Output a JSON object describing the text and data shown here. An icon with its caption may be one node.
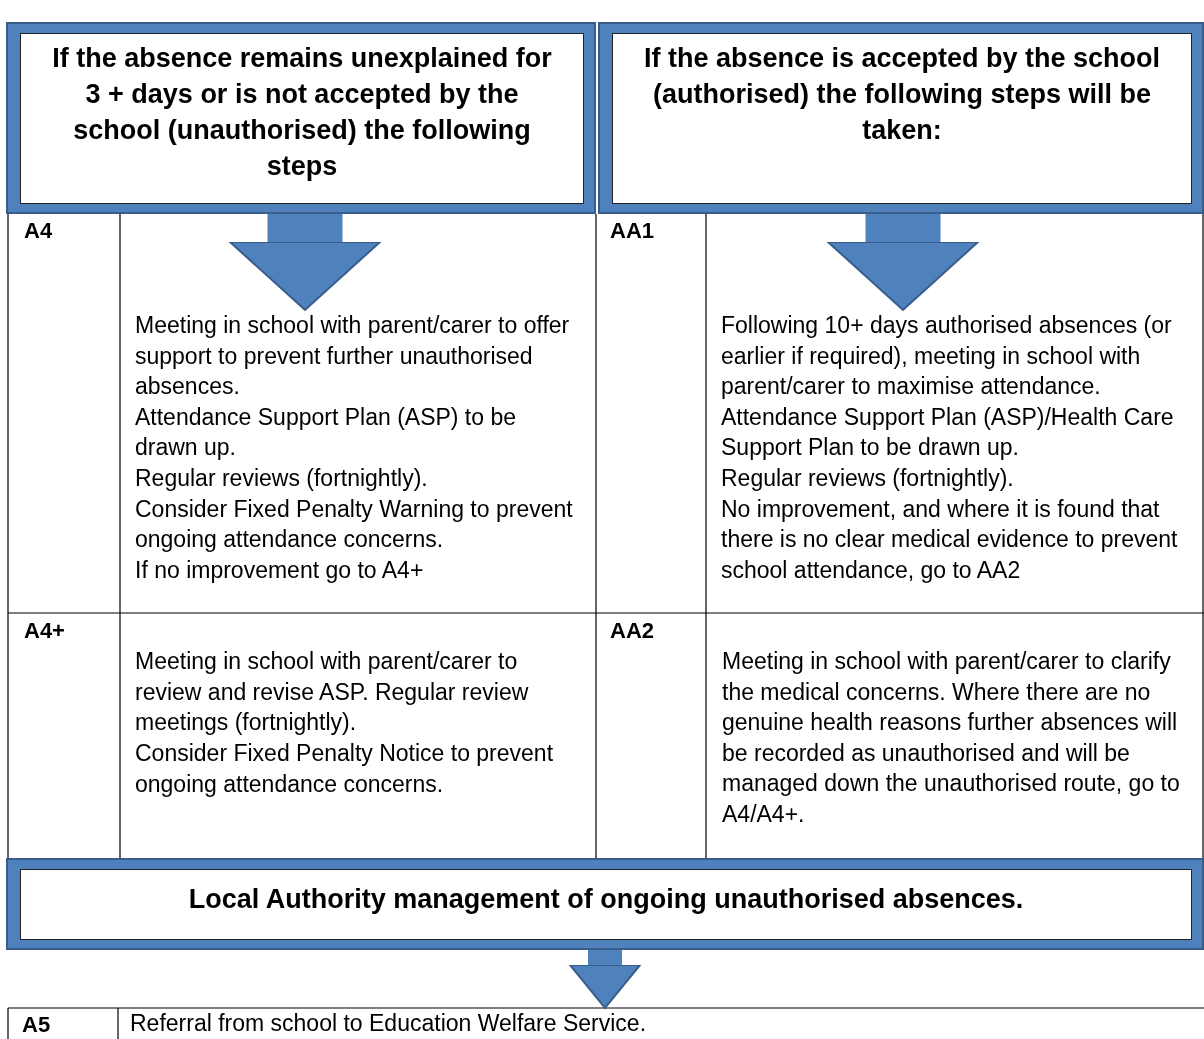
{
  "diagram": {
    "nodes": [
      {
        "text": [
          "If the absence remains unexplained for 3 + days or is not accepted by the school (unauthorised) the following steps"
        ]
      },
      {
        "text": [
          "If the absence is accepted by the school (authorised) the following steps will be taken:"
        ]
      },
      {
        "text": [
          "Meeting in school with parent/carer to offer support to prevent further unauthorised absences.",
          "Attendance Support Plan (ASP) to be drawn up.",
          "Regular reviews (fortnightly).",
          "Consider Fixed Penalty Warning to prevent ongoing attendance concerns.",
          "If no improvement go to A4+"
        ]
      },
      {
        "text": [
          "Following 10+ days authorised absences (or earlier if required), meeting in school with parent/carer to maximise attendance.  Attendance Support Plan (ASP)/Health Care Support Plan to be drawn up.",
          "Regular reviews (fortnightly).",
          "No improvement, and where it is found that there is no clear medical evidence to prevent school attendance, go to AA2"
        ]
      },
      {
        "text": [
          "**Local Authority management of ongoing unauthorised absences**."
        ]
      },
      {
        "text": [
          "Referral from school to Education Welfare Service."
        ]
      }
    ],
    "edges": [
      {
        "from": 0,
        "to": 2,
        "arrow": "to"
      },
      {
        "from": 1,
        "to": 3,
        "arrow": "to"
      },
      {
        "from": 4,
        "to": 5,
        "arrow": "to"
      }
    ],
    "labels": [
      "A4",
      "AA1",
      "A4+",
      "Meeting in school with parent/carer to review and revise ASP. Regular review meetings (fortnightly).",
      "Consider Fixed Penalty Notice to prevent ongoing attendance concerns.",
      "AA2",
      "Meeting in school with parent/carer to clarify the medical concerns. Where there are no genuine health reasons further absences will be recorded as unauthorised and will be managed down the unauthorised route, go to A4/A4+.",
      "A5"
    ]
  }
}
